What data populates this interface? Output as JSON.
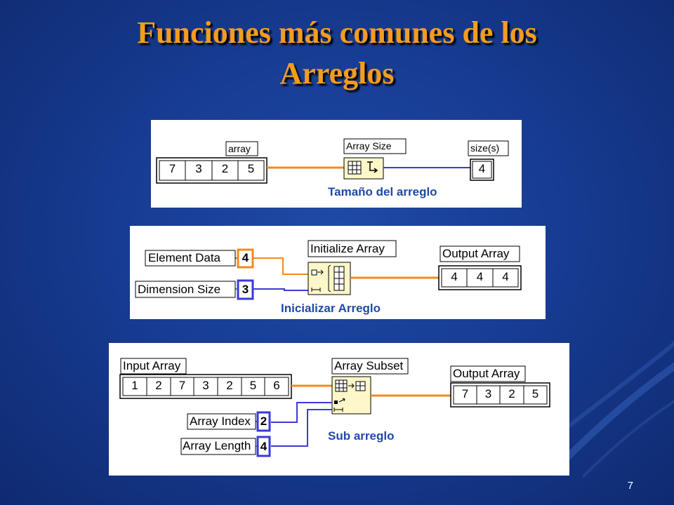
{
  "slide": {
    "title_line1": "Funciones más comunes de los",
    "title_line2": "Arreglos",
    "page_number": "7"
  },
  "colors": {
    "background": "#173c93",
    "title": "#f39c20",
    "caption": "#1f4aa6",
    "wire_orange": "#f28a1e",
    "wire_blue": "#3a3ad8"
  },
  "diagram1": {
    "input_label": "array",
    "input_values": [
      "7",
      "3",
      "2",
      "5"
    ],
    "function_label": "Array Size",
    "function_icon": "array-size-icon",
    "output_label": "size(s)",
    "output_value": "4",
    "caption": "Tamaño del arreglo"
  },
  "diagram2": {
    "element_label": "Element Data",
    "element_value": "4",
    "dimension_label": "Dimension Size",
    "dimension_value": "3",
    "function_label": "Initialize Array",
    "function_icon": "initialize-array-icon",
    "output_label": "Output Array",
    "output_values": [
      "4",
      "4",
      "4"
    ],
    "caption": "Inicializar Arreglo"
  },
  "diagram3": {
    "input_label": "Input Array",
    "input_values": [
      "1",
      "2",
      "7",
      "3",
      "2",
      "5",
      "6"
    ],
    "index_label": "Array Index",
    "index_value": "2",
    "length_label": "Array Length",
    "length_value": "4",
    "function_label": "Array Subset",
    "function_icon": "array-subset-icon",
    "output_label": "Output Array",
    "output_values": [
      "7",
      "3",
      "2",
      "5"
    ],
    "caption": "Sub arreglo"
  }
}
